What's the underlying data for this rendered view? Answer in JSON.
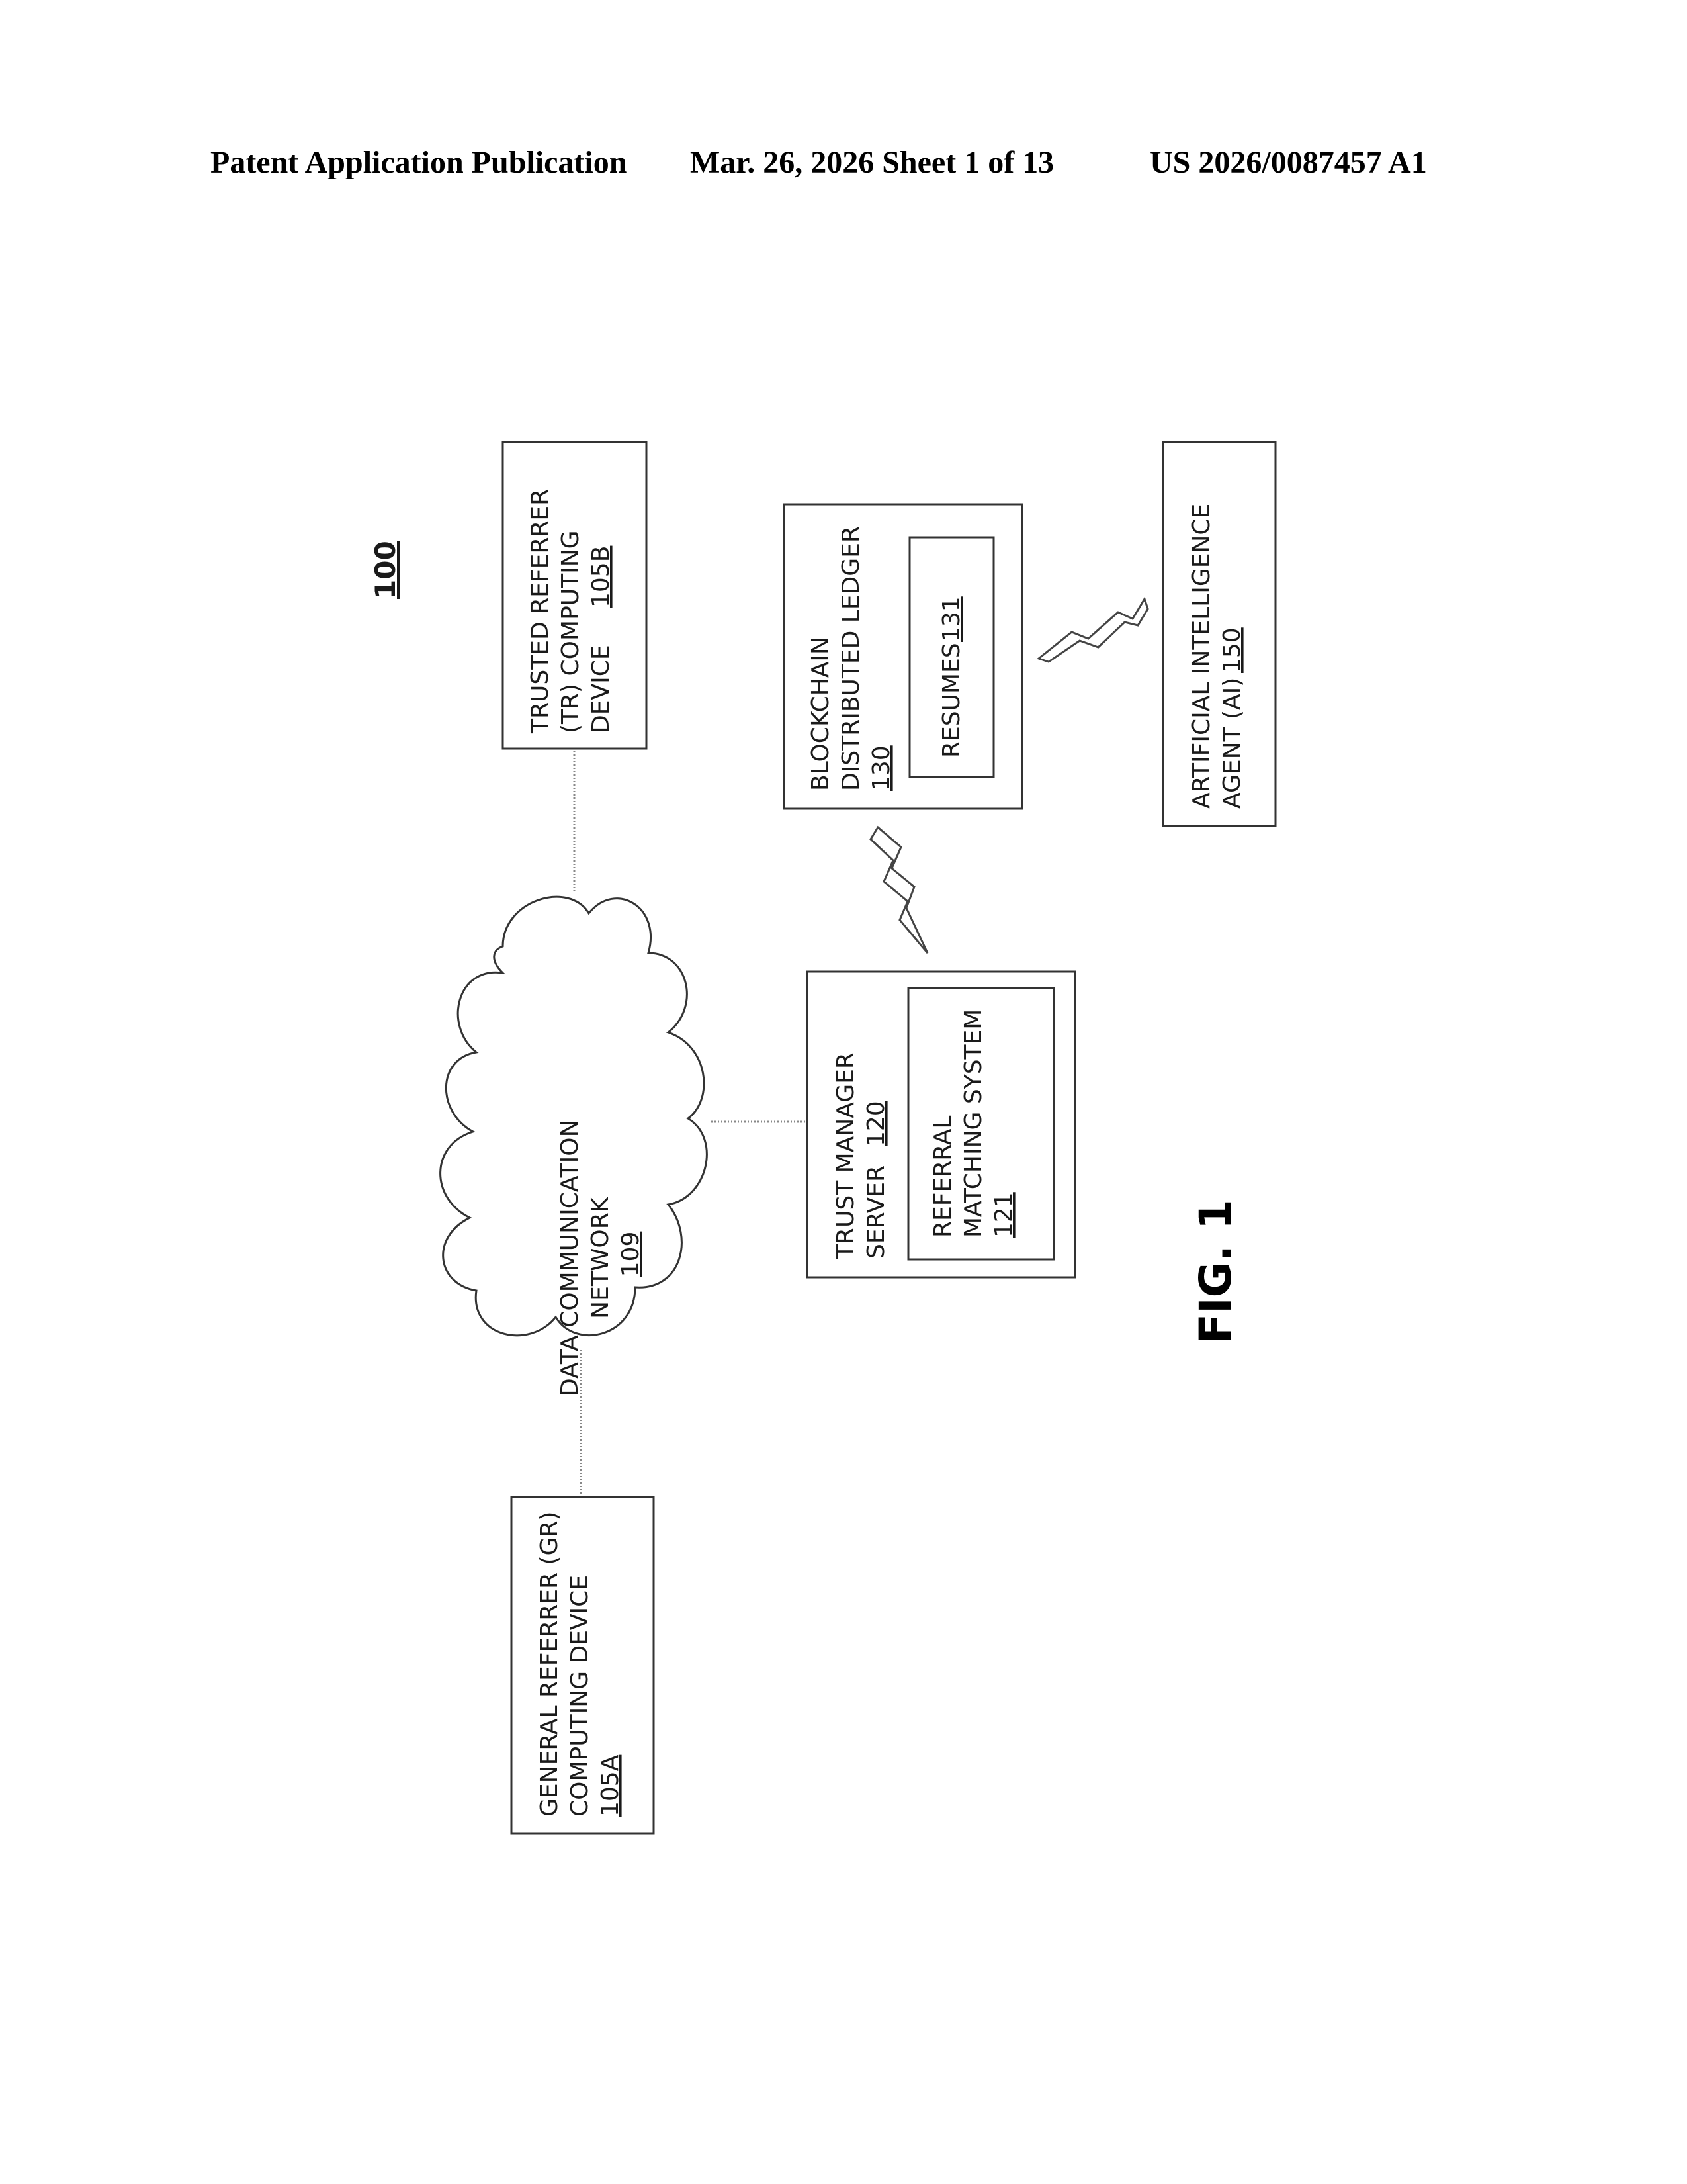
{
  "header": {
    "left": "Patent Application Publication",
    "date_sheet": "Mar. 26, 2026  Sheet 1 of 13",
    "pub_number": "US 2026/0087457 A1"
  },
  "figure": {
    "system_ref": "100",
    "fig_label": "FIG. 1",
    "gr_device": {
      "line1": "GENERAL REFERRER (GR)",
      "line2": "COMPUTING DEVICE",
      "ref": "105A"
    },
    "tr_device": {
      "line1": "TRUSTED REFERRER",
      "line2": "(TR) COMPUTING",
      "line3": "DEVICE",
      "ref": "105B"
    },
    "network": {
      "line1": "DATA COMMUNICATION",
      "line2": "NETWORK",
      "ref": "109"
    },
    "trust_server": {
      "line1": "TRUST MANAGER",
      "line2": "SERVER",
      "ref": "120"
    },
    "referral_system": {
      "line1": "REFERRAL",
      "line2": "MATCHING SYSTEM",
      "ref": "121"
    },
    "blockchain": {
      "line1": "BLOCKCHAIN",
      "line2": "DISTRIBUTED LEDGER",
      "ref": "130"
    },
    "resumes": {
      "label": "RESUMES",
      "ref": "131"
    },
    "ai_agent": {
      "line1": "ARTIFICIAL INTELLIGENCE",
      "line2": "AGENT (AI)",
      "ref": "150"
    }
  }
}
